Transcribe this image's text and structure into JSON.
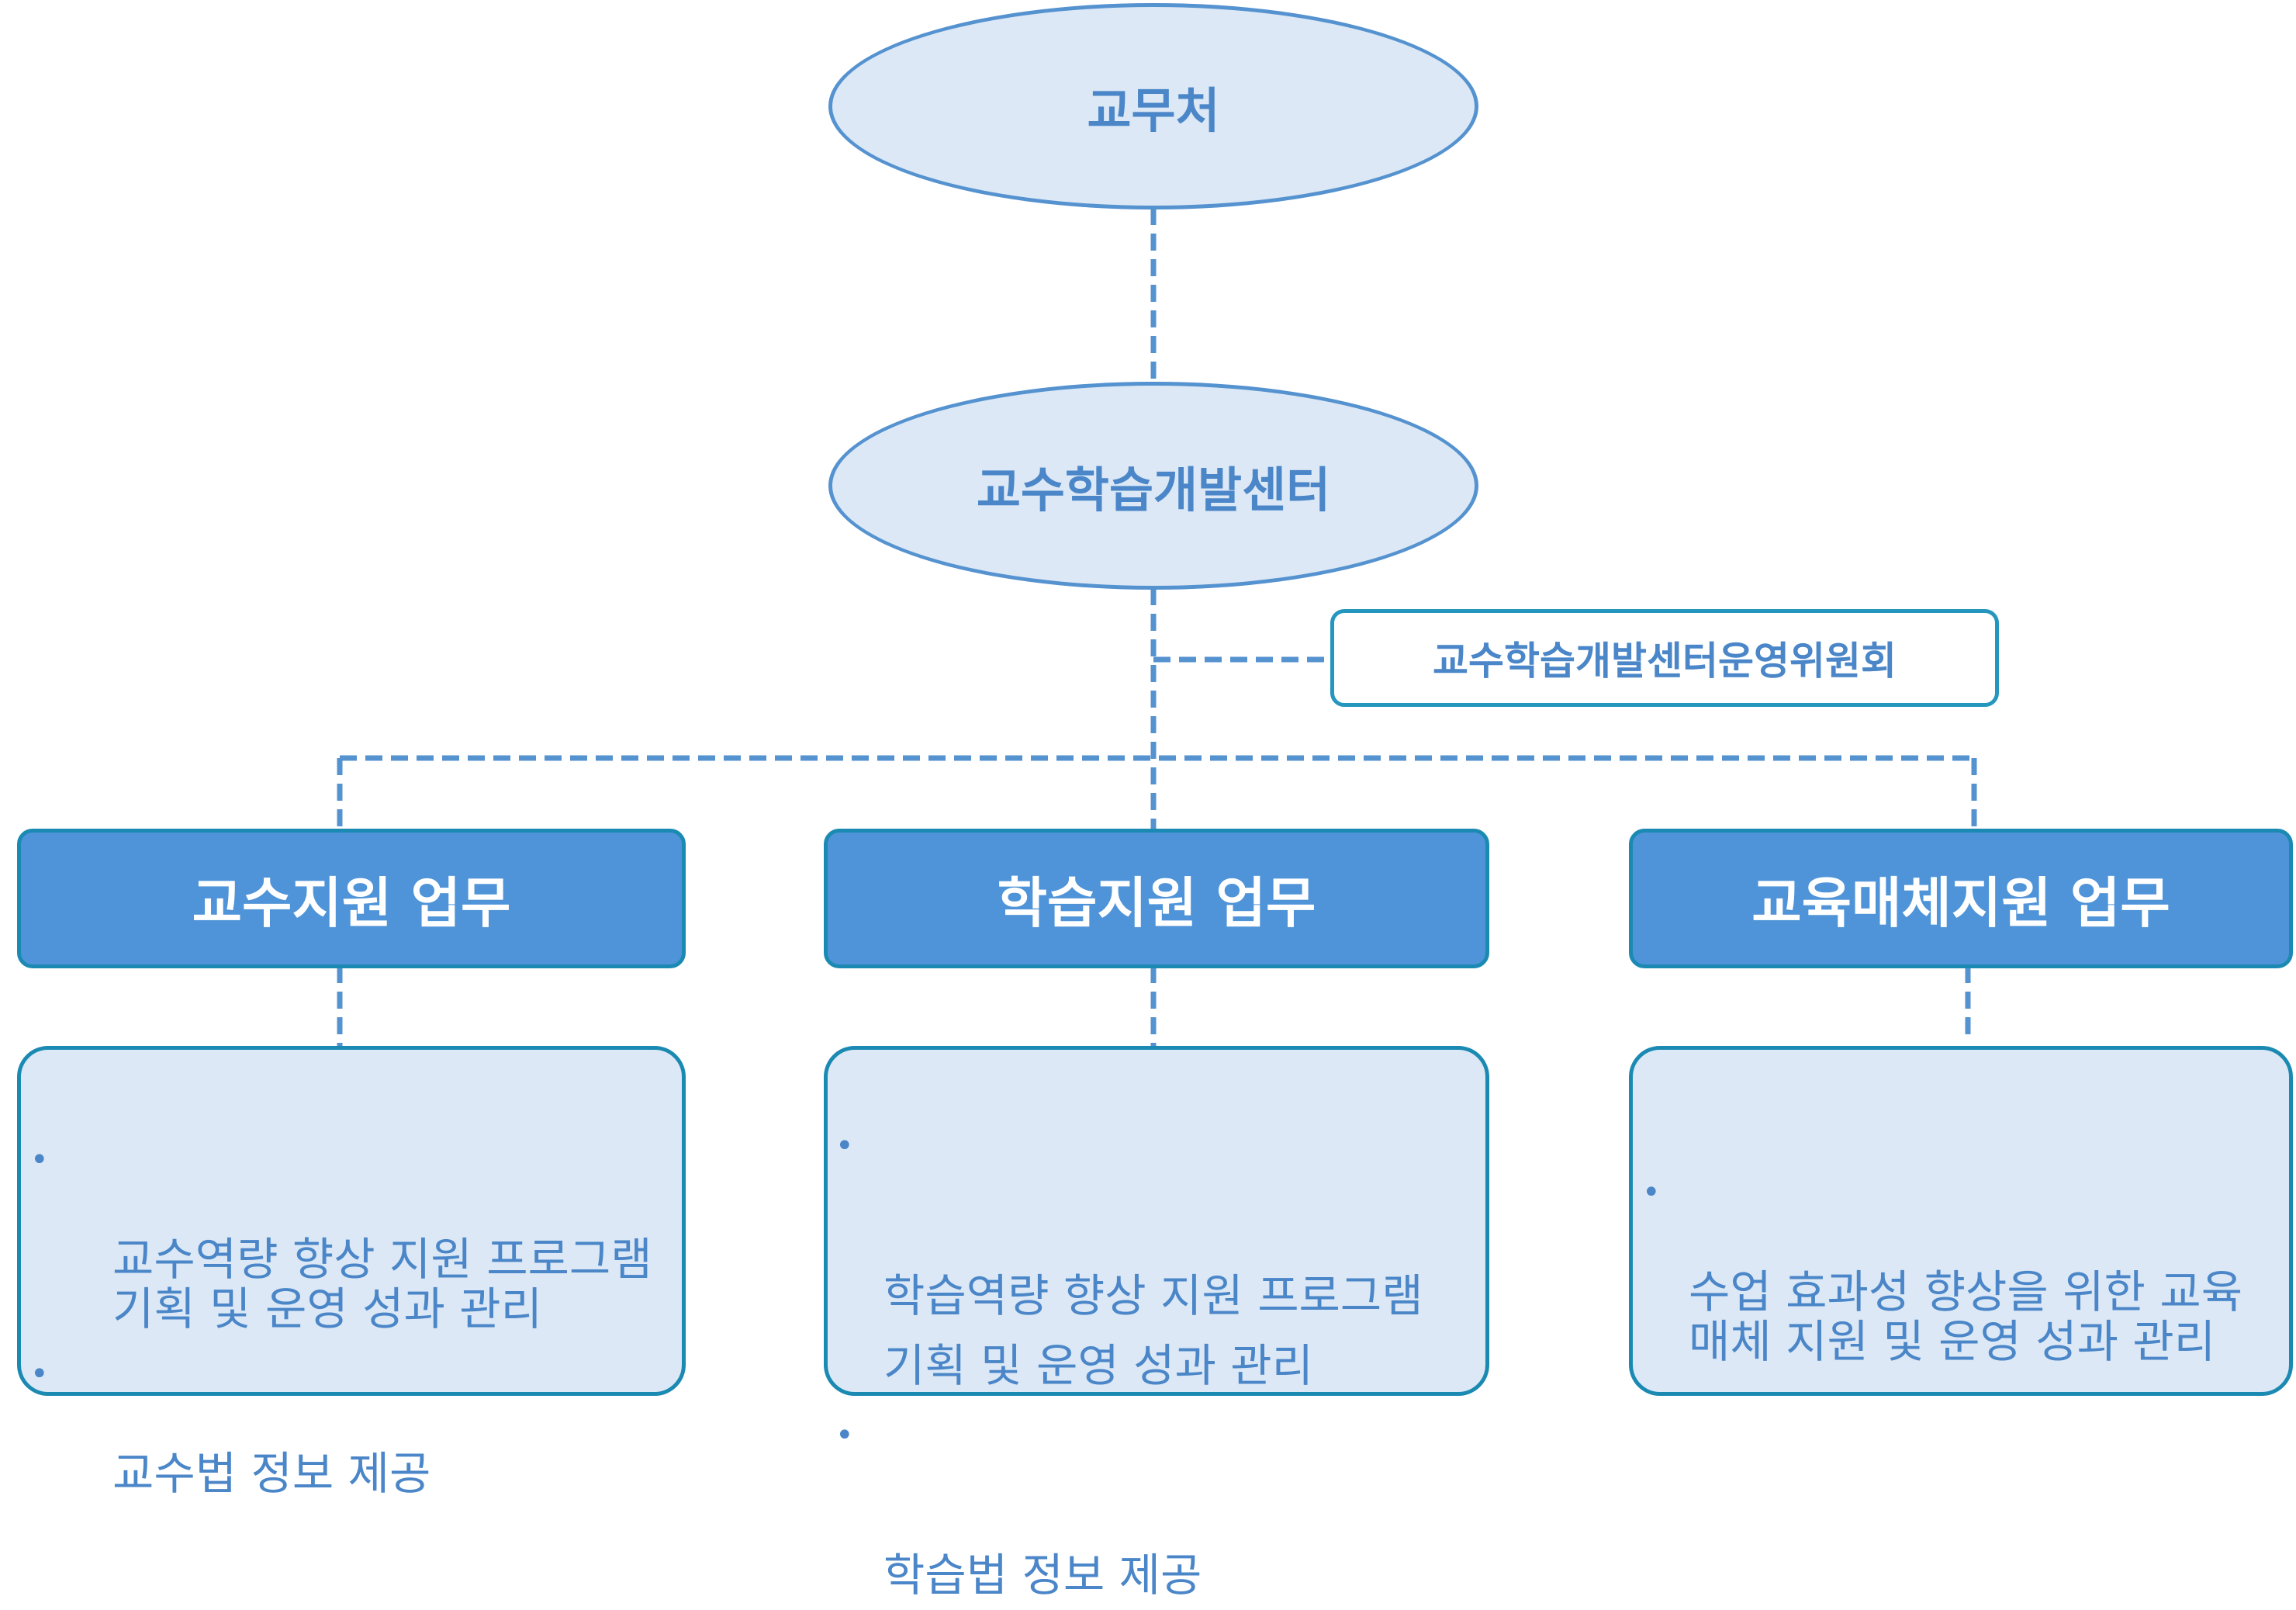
{
  "nodes": {
    "root": {
      "label": "교무처"
    },
    "center": {
      "label": "교수학습개발센터"
    },
    "committee": {
      "label": "교수학습개발센터운영위원회"
    },
    "departments": [
      {
        "title": "교수지원 업무",
        "duties": [
          "교수역량 향상 지원 프로그램\n기획 및 운영 성과 관리",
          "교수법 정보 제공"
        ]
      },
      {
        "title": "학습지원 업무",
        "duties": [
          "학습역량 향상 지원 프로그램\n기획 및 운영 성과 관리",
          "학습법 정보 제공"
        ]
      },
      {
        "title": "교육매체지원 업무",
        "duties": [
          "수업 효과성 향상을 위한 교육\n매체 지원 및 운영 성과 관리"
        ]
      }
    ]
  },
  "colors": {
    "line": "#5592d0",
    "ellipse_fill": "#dce8f5",
    "dept_fill": "#4f94d8",
    "dept_border": "#1b8ab3",
    "text": "#4a86c8"
  }
}
